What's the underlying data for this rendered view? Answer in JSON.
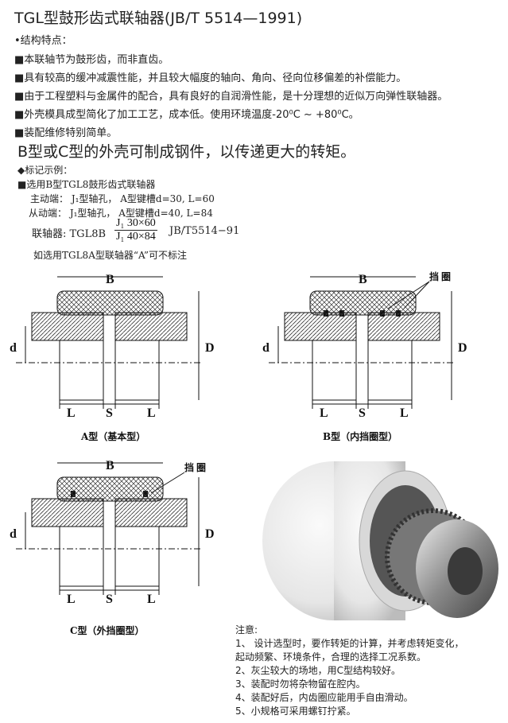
{
  "title": "TGL型鼓形齿式联轴器(JB/T 5514—1991)",
  "features_heading": "•结构特点：",
  "features": [
    "■本联轴节为鼓形齿，而非直齿。",
    "■具有较高的缓冲减震性能，并且较大幅度的轴向、角向、径向位移偏差的补偿能力。",
    "■由于工程塑料与金属件的配合，具有良好的自润滑性能，是十分理想的近似万向弹性联轴器。",
    "■外壳模具成型简化了加工工艺，成本低。使用环境温度-20⁰C ~ +80⁰C。",
    "■装配维修特别简单。"
  ],
  "highlight": "B型或C型的外壳可制成钢件，以传递更大的转矩。",
  "example": {
    "heading": "◆标记示例：",
    "line1": "■选用B型TGL8鼓形齿式联轴器",
    "drive": "主动端： J₁型轴孔， A型键槽d=30, L=60",
    "driven": "从动端： J₁型轴孔， A型键槽d=40, L=84",
    "coupling_label": "联轴器: TGL8B",
    "numerator": "J₁ 30×60",
    "denominator": "J₁ 40×84",
    "standard": "JB/T5514−91",
    "note": "如选用TGL8A型联轴器“A”可不标注"
  },
  "diagrams": {
    "labels": {
      "B": "B",
      "d": "d",
      "D": "D",
      "L": "L",
      "S": "S",
      "ring": "挡 圈"
    },
    "a_caption": "A型（基本型）",
    "b_caption": "B型（内挡圈型）",
    "c_caption": "C型（外挡圈型）"
  },
  "notes": {
    "heading": "注意:",
    "items": [
      "1、 设计选型时，要作转矩的计算，并考虑转矩变化，",
      "      起动频繁、环境条件，合理的选择工况系数。",
      "2、灰尘较大的场地，用C型结构较好。",
      "3、装配时勿将杂物留在腔内。",
      "4、装配好后，内齿圈应能用手自由滑动。",
      "5、小规格可采用螺钉拧紧。"
    ]
  }
}
